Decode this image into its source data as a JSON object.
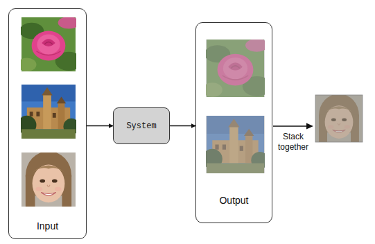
{
  "diagram": {
    "nodes": [
      {
        "text": [
          "Input"
        ]
      },
      {
        "text": [
          "System"
        ]
      },
      {
        "text": [
          "Output"
        ]
      }
    ],
    "edges": [
      {
        "from": 0,
        "to": 1,
        "arrow": "to"
      },
      {
        "from": 1,
        "to": 2,
        "arrow": "to"
      }
    ],
    "labels": [
      "Stack together"
    ]
  }
}
